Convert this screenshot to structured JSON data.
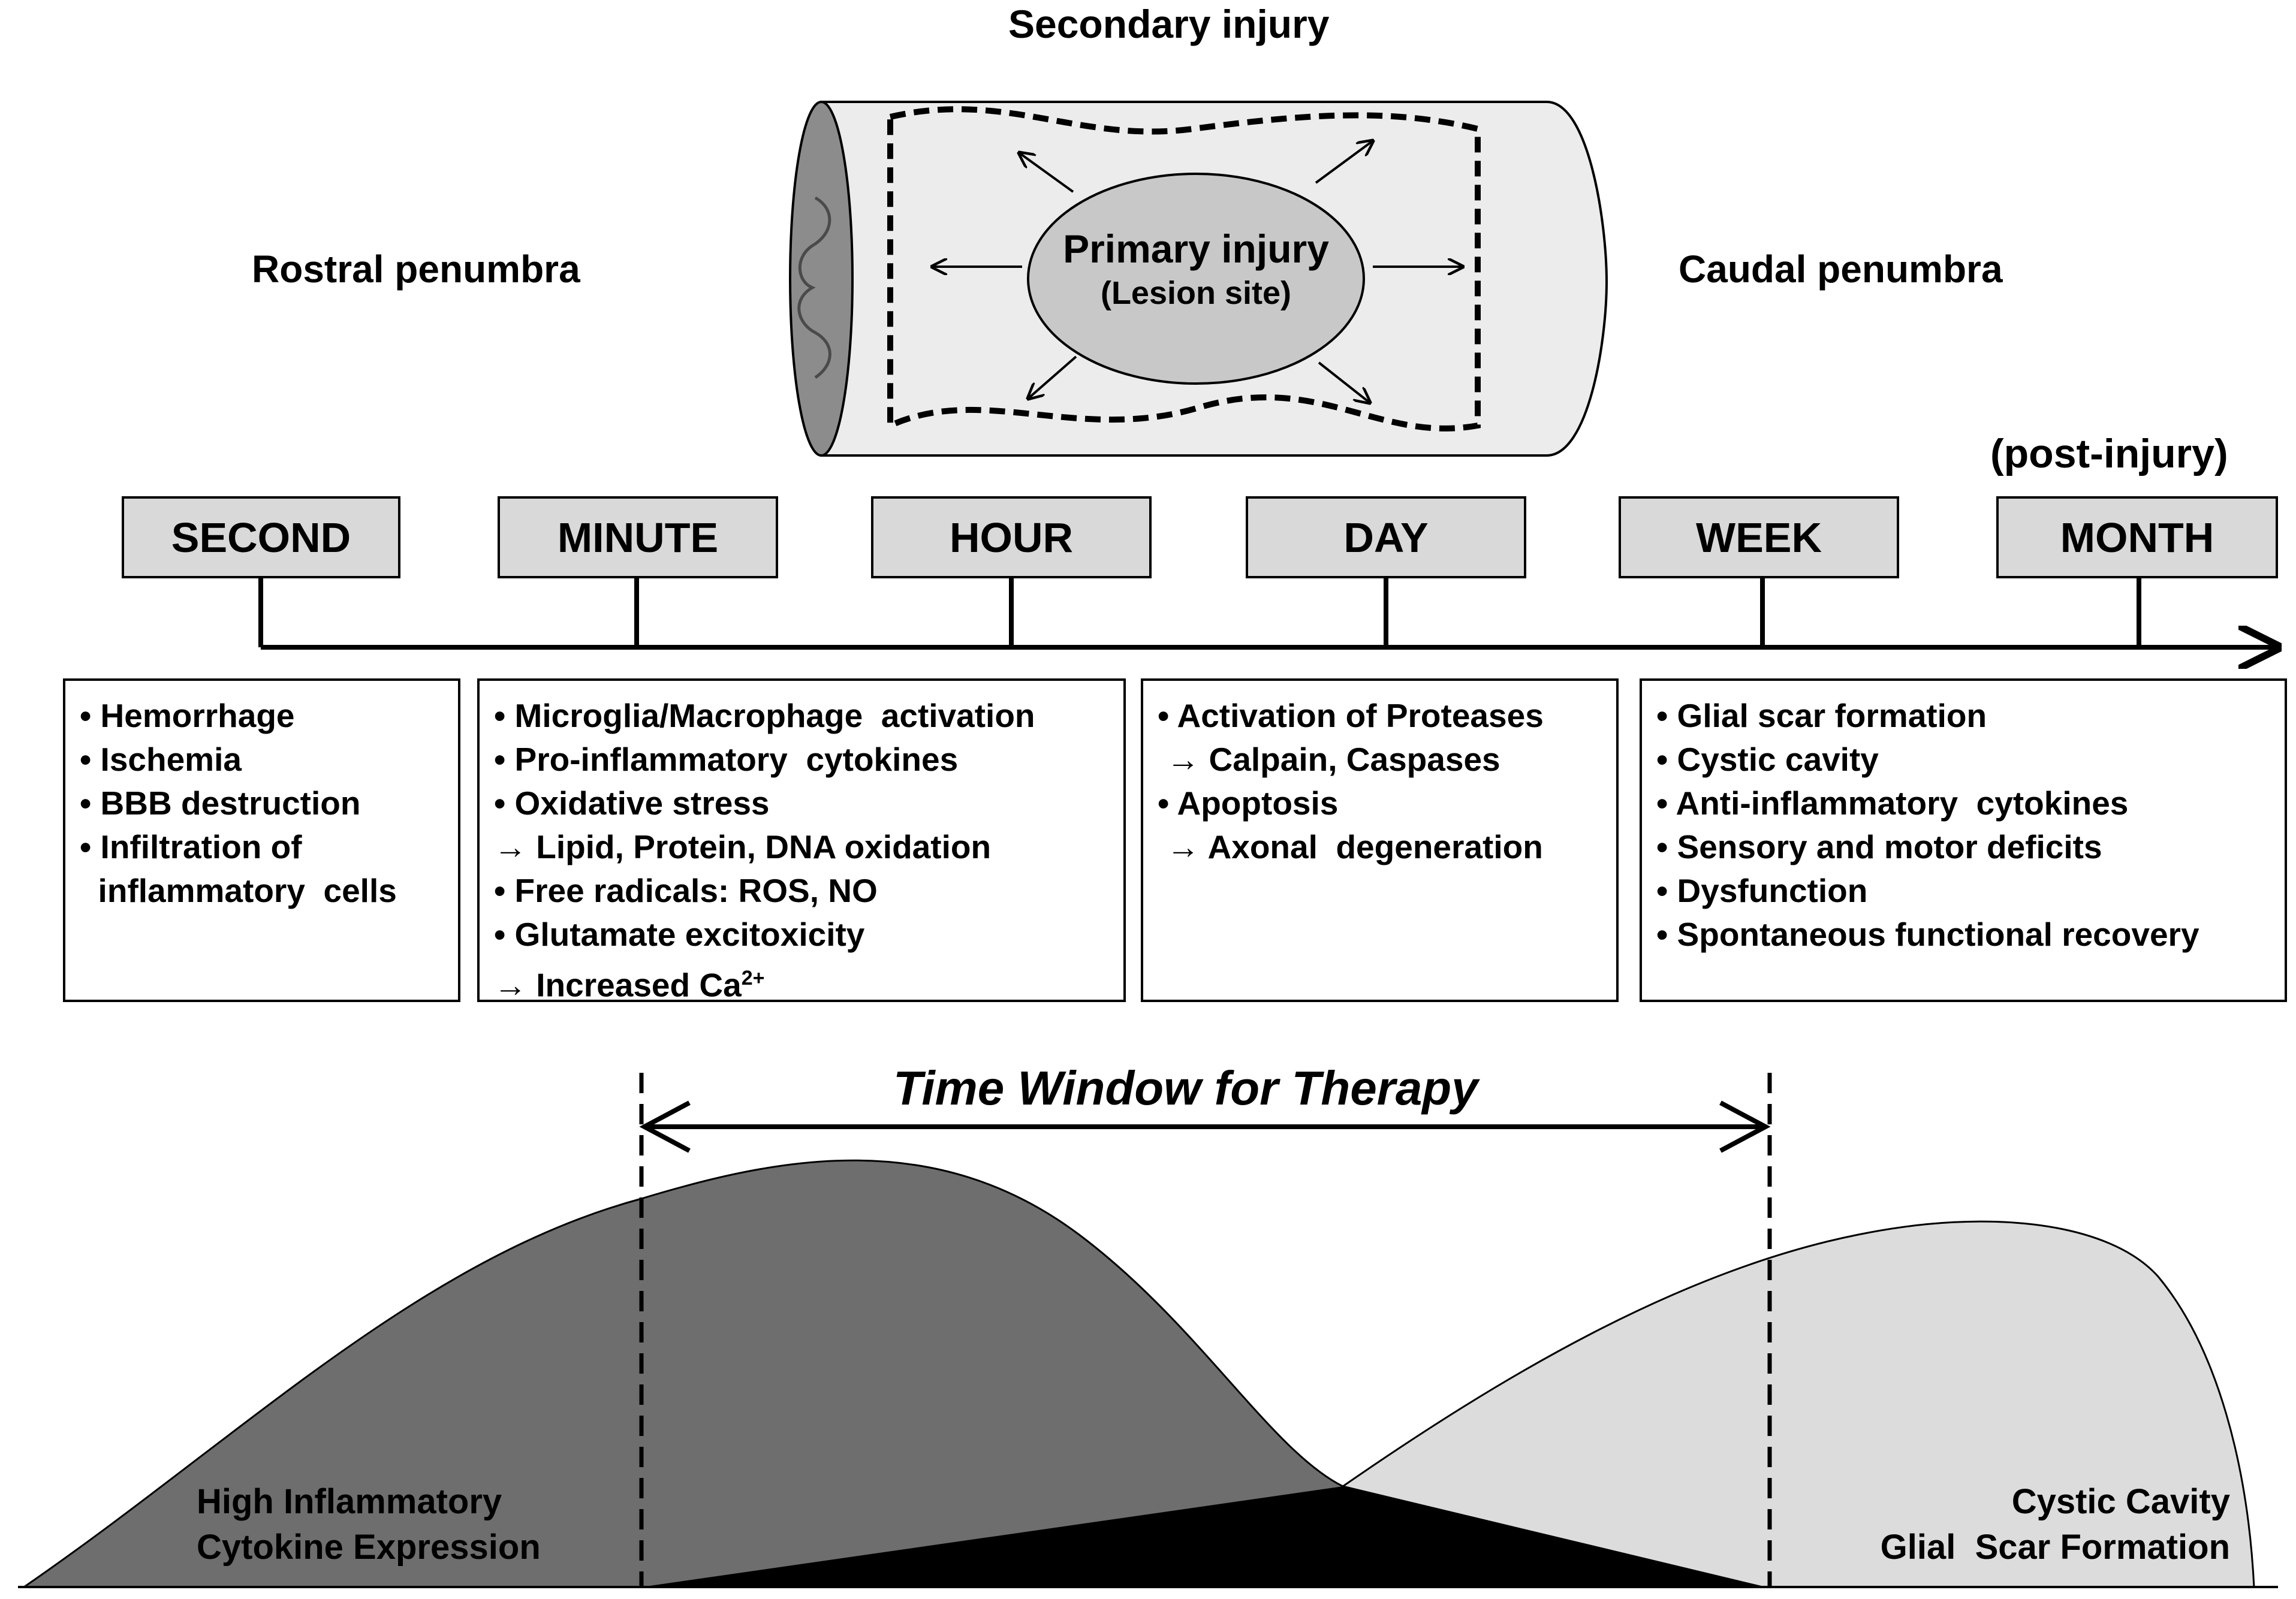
{
  "top": {
    "secondary_injury": "Secondary injury",
    "primary_injury": "Primary injury",
    "lesion_site": "(Lesion site)",
    "rostral": "Rostral penumbra",
    "caudal": "Caudal penumbra",
    "post_injury": "(post-injury)"
  },
  "timeline": {
    "units": [
      "SECOND",
      "MINUTE",
      "HOUR",
      "DAY",
      "WEEK",
      "MONTH"
    ]
  },
  "events": {
    "seconds": [
      "• Hemorrhage",
      "• Ischemia",
      "• BBB destruction",
      "• Infiltration of",
      "  inflammatory  cells"
    ],
    "minutes_hours": [
      "• Microglia/Macrophage  activation",
      "• Pro-inflammatory  cytokines",
      "• Oxidative stress",
      "→ Lipid, Protein, DNA oxidation",
      "• Free radicals: ROS, NO",
      "• Glutamate excitoxicity"
    ],
    "minutes_hours_last_prefix": "→ Increased Ca",
    "minutes_hours_last_sup": "2+",
    "days": [
      "• Activation of Proteases",
      " → Calpain, Caspases",
      "• Apoptosis",
      " → Axonal  degeneration"
    ],
    "weeks_months": [
      "• Glial scar formation",
      "• Cystic cavity",
      "• Anti-inflammatory  cytokines",
      "• Sensory and motor deficits",
      "• Dysfunction",
      "• Spontaneous functional recovery"
    ]
  },
  "therapy": {
    "label": "Time Window for Therapy"
  },
  "curves": {
    "left_line1": "High Inflammatory",
    "left_line2": "Cytokine Expression",
    "right_line1": "Cystic Cavity",
    "right_line2": "Glial  Scar Formation"
  },
  "colors": {
    "box_fill": "#d9d9d9",
    "dark_curve": "#6e6e6e",
    "light_curve": "#dcdcdc",
    "cord_fill": "#ececec",
    "lesion_fill": "#c8c8c8",
    "cord_end": "#8c8c8c"
  }
}
